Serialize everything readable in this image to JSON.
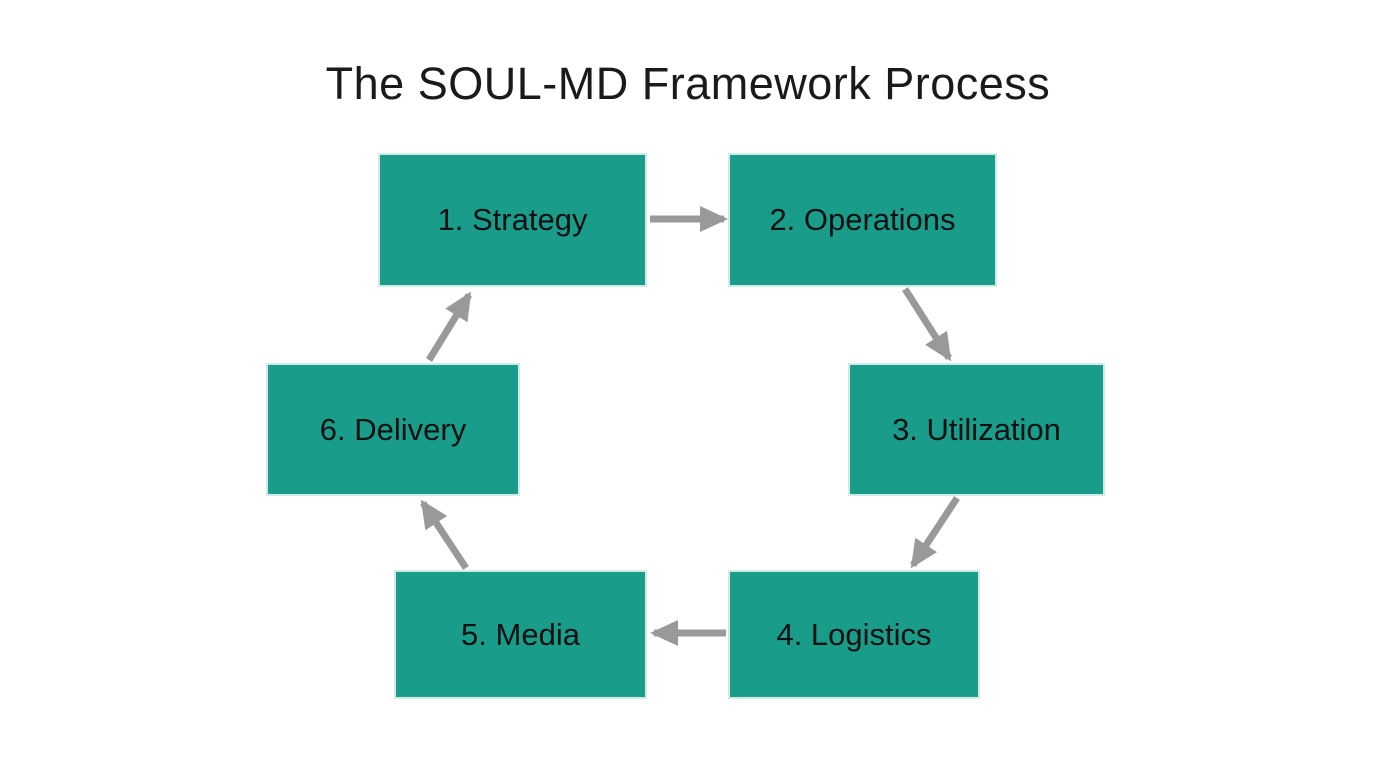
{
  "title": "The SOUL-MD Framework Process",
  "colors": {
    "node_fill": "#1a9c8b",
    "node_text": "#111111",
    "arrow": "#999999",
    "title_text": "#1a1a1a",
    "background": "#ffffff"
  },
  "diagram": {
    "type": "cycle",
    "nodes": [
      {
        "id": 1,
        "label": "1. Strategy"
      },
      {
        "id": 2,
        "label": "2. Operations"
      },
      {
        "id": 3,
        "label": "3. Utilization"
      },
      {
        "id": 4,
        "label": "4. Logistics"
      },
      {
        "id": 5,
        "label": "5. Media"
      },
      {
        "id": 6,
        "label": "6. Delivery"
      }
    ],
    "edges": [
      {
        "from": "1. Strategy",
        "to": "2. Operations"
      },
      {
        "from": "2. Operations",
        "to": "3. Utilization"
      },
      {
        "from": "3. Utilization",
        "to": "4. Logistics"
      },
      {
        "from": "4. Logistics",
        "to": "5. Media"
      },
      {
        "from": "5. Media",
        "to": "6. Delivery"
      },
      {
        "from": "6. Delivery",
        "to": "1. Strategy"
      }
    ]
  }
}
